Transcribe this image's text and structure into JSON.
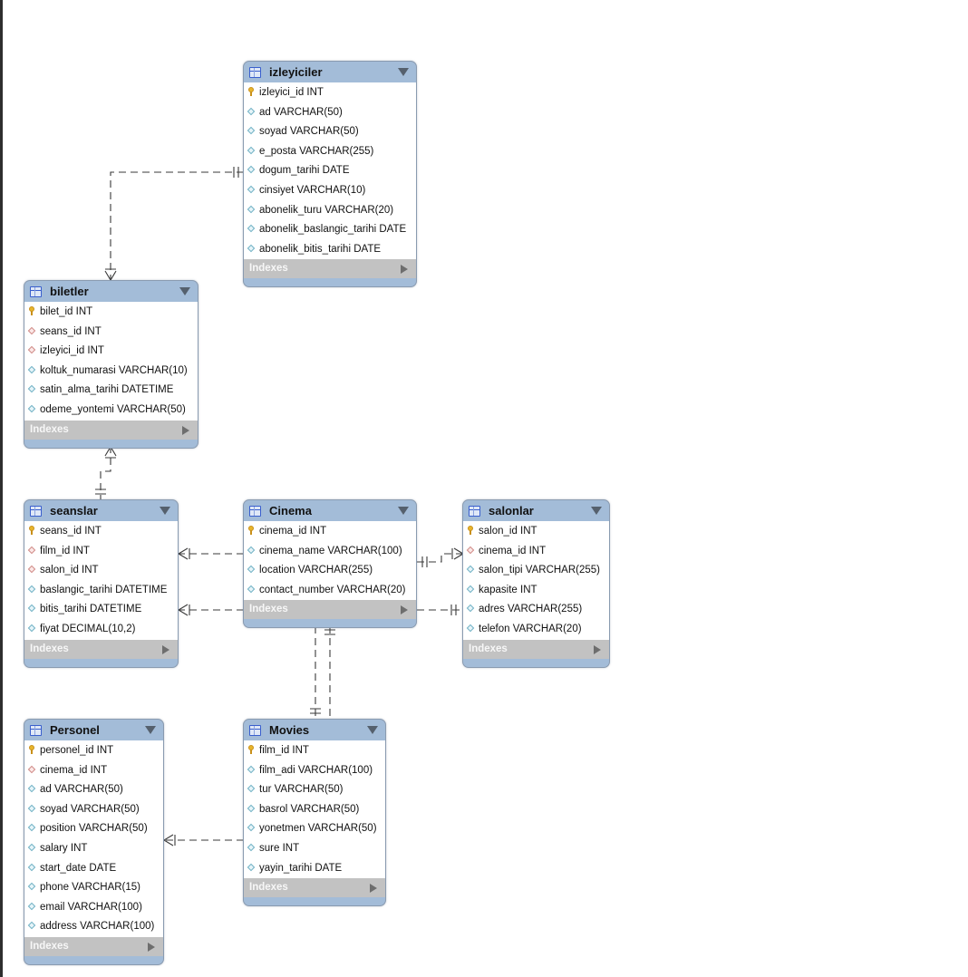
{
  "indexes_label": "Indexes",
  "colors": {
    "header": "#a3bcd8",
    "indexes_bar": "#c2c2c2",
    "connector": "#3a3a3a",
    "primary_key_icon": "#e7b52c",
    "foreign_key_icon": "#cf8a86",
    "attribute_icon": "#6fb0c4"
  },
  "tables": {
    "izleyiciler": {
      "name": "izleyiciler",
      "columns": [
        {
          "text": "izleyici_id INT",
          "icon": "primary-key-icon"
        },
        {
          "text": "ad VARCHAR(50)",
          "icon": "attribute-icon"
        },
        {
          "text": "soyad VARCHAR(50)",
          "icon": "attribute-icon"
        },
        {
          "text": "e_posta VARCHAR(255)",
          "icon": "attribute-icon"
        },
        {
          "text": "dogum_tarihi DATE",
          "icon": "attribute-icon"
        },
        {
          "text": "cinsiyet VARCHAR(10)",
          "icon": "attribute-icon"
        },
        {
          "text": "abonelik_turu VARCHAR(20)",
          "icon": "attribute-icon"
        },
        {
          "text": "abonelik_baslangic_tarihi DATE",
          "icon": "attribute-icon"
        },
        {
          "text": "abonelik_bitis_tarihi DATE",
          "icon": "attribute-icon"
        }
      ]
    },
    "biletler": {
      "name": "biletler",
      "columns": [
        {
          "text": "bilet_id INT",
          "icon": "primary-key-icon"
        },
        {
          "text": "seans_id INT",
          "icon": "foreign-key-icon"
        },
        {
          "text": "izleyici_id INT",
          "icon": "foreign-key-icon"
        },
        {
          "text": "koltuk_numarasi VARCHAR(10)",
          "icon": "attribute-icon"
        },
        {
          "text": "satin_alma_tarihi DATETIME",
          "icon": "attribute-icon"
        },
        {
          "text": "odeme_yontemi VARCHAR(50)",
          "icon": "attribute-icon"
        }
      ]
    },
    "seanslar": {
      "name": "seanslar",
      "columns": [
        {
          "text": "seans_id INT",
          "icon": "primary-key-icon"
        },
        {
          "text": "film_id INT",
          "icon": "foreign-key-icon"
        },
        {
          "text": "salon_id INT",
          "icon": "foreign-key-icon"
        },
        {
          "text": "baslangic_tarihi DATETIME",
          "icon": "attribute-icon"
        },
        {
          "text": "bitis_tarihi DATETIME",
          "icon": "attribute-icon"
        },
        {
          "text": "fiyat DECIMAL(10,2)",
          "icon": "attribute-icon"
        }
      ]
    },
    "cinema": {
      "name": "Cinema",
      "columns": [
        {
          "text": "cinema_id INT",
          "icon": "primary-key-icon"
        },
        {
          "text": "cinema_name VARCHAR(100)",
          "icon": "attribute-icon"
        },
        {
          "text": "location VARCHAR(255)",
          "icon": "attribute-icon"
        },
        {
          "text": "contact_number VARCHAR(20)",
          "icon": "attribute-icon"
        }
      ]
    },
    "salonlar": {
      "name": "salonlar",
      "columns": [
        {
          "text": "salon_id INT",
          "icon": "primary-key-icon"
        },
        {
          "text": "cinema_id INT",
          "icon": "foreign-key-icon"
        },
        {
          "text": "salon_tipi VARCHAR(255)",
          "icon": "attribute-icon"
        },
        {
          "text": "kapasite INT",
          "icon": "attribute-icon"
        },
        {
          "text": "adres VARCHAR(255)",
          "icon": "attribute-icon"
        },
        {
          "text": "telefon VARCHAR(20)",
          "icon": "attribute-icon"
        }
      ]
    },
    "personel": {
      "name": "Personel",
      "columns": [
        {
          "text": "personel_id INT",
          "icon": "primary-key-icon"
        },
        {
          "text": "cinema_id INT",
          "icon": "foreign-key-icon"
        },
        {
          "text": "ad VARCHAR(50)",
          "icon": "attribute-icon"
        },
        {
          "text": "soyad VARCHAR(50)",
          "icon": "attribute-icon"
        },
        {
          "text": "position VARCHAR(50)",
          "icon": "attribute-icon"
        },
        {
          "text": "salary INT",
          "icon": "attribute-icon"
        },
        {
          "text": "start_date DATE",
          "icon": "attribute-icon"
        },
        {
          "text": "phone VARCHAR(15)",
          "icon": "attribute-icon"
        },
        {
          "text": "email VARCHAR(100)",
          "icon": "attribute-icon"
        },
        {
          "text": "address VARCHAR(100)",
          "icon": "attribute-icon"
        }
      ]
    },
    "movies": {
      "name": "Movies",
      "columns": [
        {
          "text": "film_id INT",
          "icon": "primary-key-icon"
        },
        {
          "text": "film_adi VARCHAR(100)",
          "icon": "attribute-icon"
        },
        {
          "text": "tur VARCHAR(50)",
          "icon": "attribute-icon"
        },
        {
          "text": "basrol VARCHAR(50)",
          "icon": "attribute-icon"
        },
        {
          "text": "yonetmen VARCHAR(50)",
          "icon": "attribute-icon"
        },
        {
          "text": "sure INT",
          "icon": "attribute-icon"
        },
        {
          "text": "yayin_tarihi DATE",
          "icon": "attribute-icon"
        }
      ]
    }
  }
}
